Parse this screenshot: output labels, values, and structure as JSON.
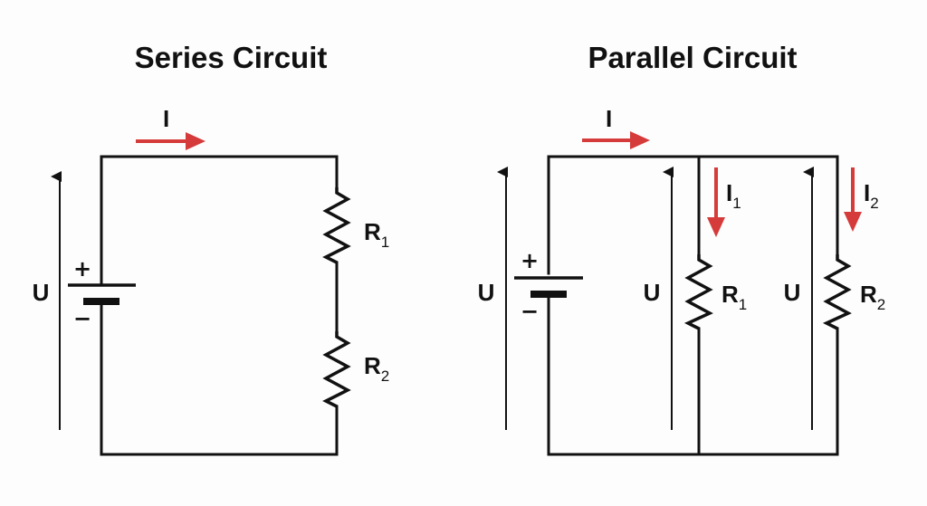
{
  "series": {
    "title": "Series Circuit",
    "current_label": "I",
    "voltage_label": "U",
    "plus": "+",
    "minus": "−",
    "r1": {
      "base": "R",
      "sub": "1"
    },
    "r2": {
      "base": "R",
      "sub": "2"
    }
  },
  "parallel": {
    "title": "Parallel Circuit",
    "current_label": "I",
    "voltage_label": "U",
    "plus": "+",
    "minus": "−",
    "branch1": {
      "current_base": "I",
      "current_sub": "1",
      "voltage_label": "U",
      "r_base": "R",
      "r_sub": "1"
    },
    "branch2": {
      "current_base": "I",
      "current_sub": "2",
      "voltage_label": "U",
      "r_base": "R",
      "r_sub": "2"
    }
  },
  "colors": {
    "wire": "#111111",
    "current_arrow": "#d63b3b",
    "background": "#fdfdfd"
  }
}
